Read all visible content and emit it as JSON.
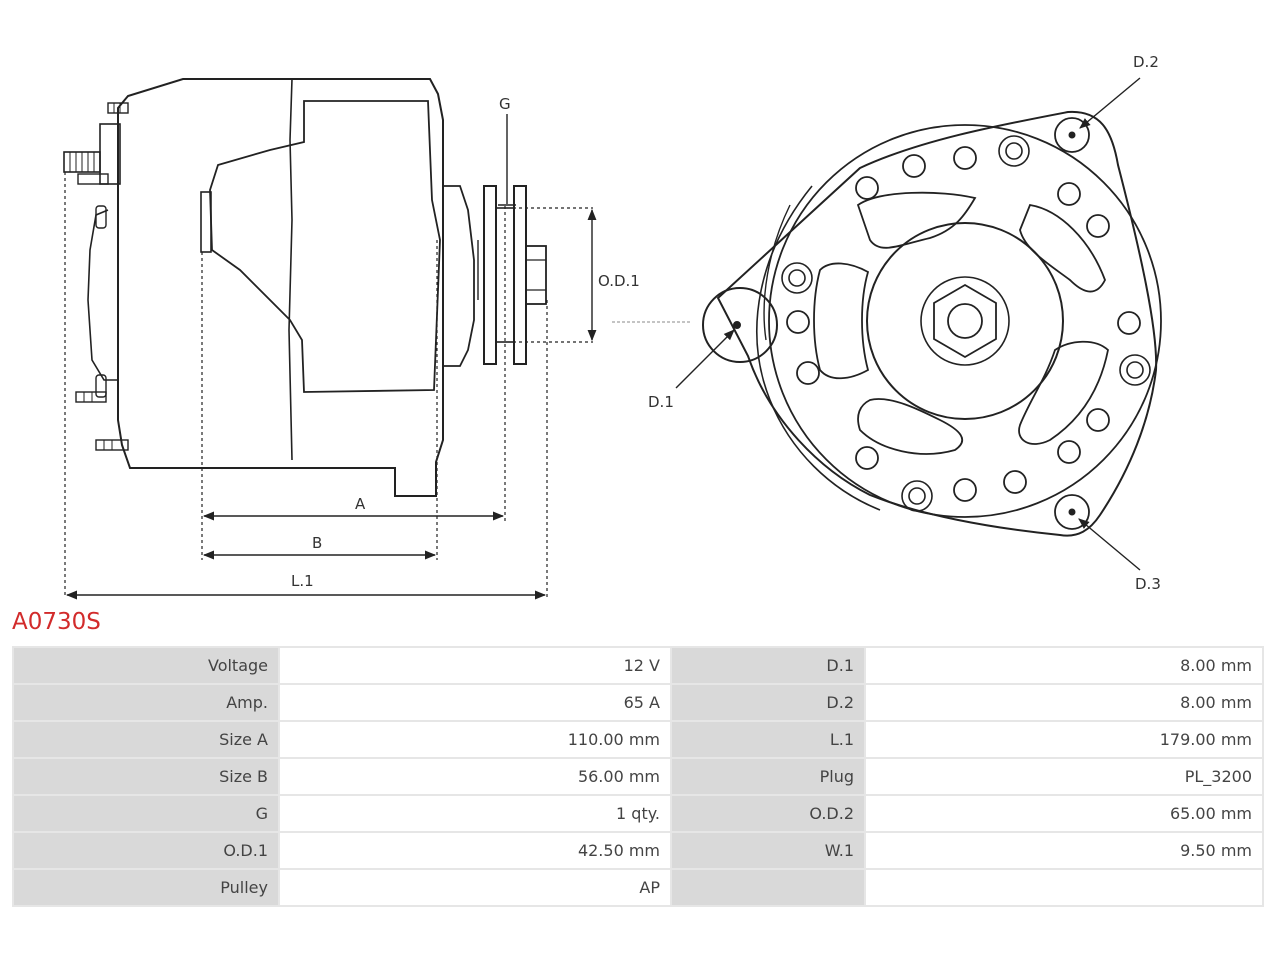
{
  "diagram": {
    "labels": {
      "g": "G",
      "od1": "O.D.1",
      "a": "A",
      "b": "B",
      "l1": "L.1",
      "d1": "D.1",
      "d2": "D.2",
      "d3": "D.3"
    }
  },
  "part_code": "A0730S",
  "specs": [
    {
      "label": "Voltage",
      "value": "12 V",
      "label2": "D.1",
      "value2": "8.00 mm"
    },
    {
      "label": "Amp.",
      "value": "65 A",
      "label2": "D.2",
      "value2": "8.00 mm"
    },
    {
      "label": "Size A",
      "value": "110.00 mm",
      "label2": "L.1",
      "value2": "179.00 mm"
    },
    {
      "label": "Size B",
      "value": "56.00 mm",
      "label2": "Plug",
      "value2": "PL_3200"
    },
    {
      "label": "G",
      "value": "1 qty.",
      "label2": "O.D.2",
      "value2": "65.00 mm"
    },
    {
      "label": "O.D.1",
      "value": "42.50 mm",
      "label2": "W.1",
      "value2": "9.50 mm"
    },
    {
      "label": "Pulley",
      "value": "AP",
      "label2": "",
      "value2": ""
    }
  ]
}
